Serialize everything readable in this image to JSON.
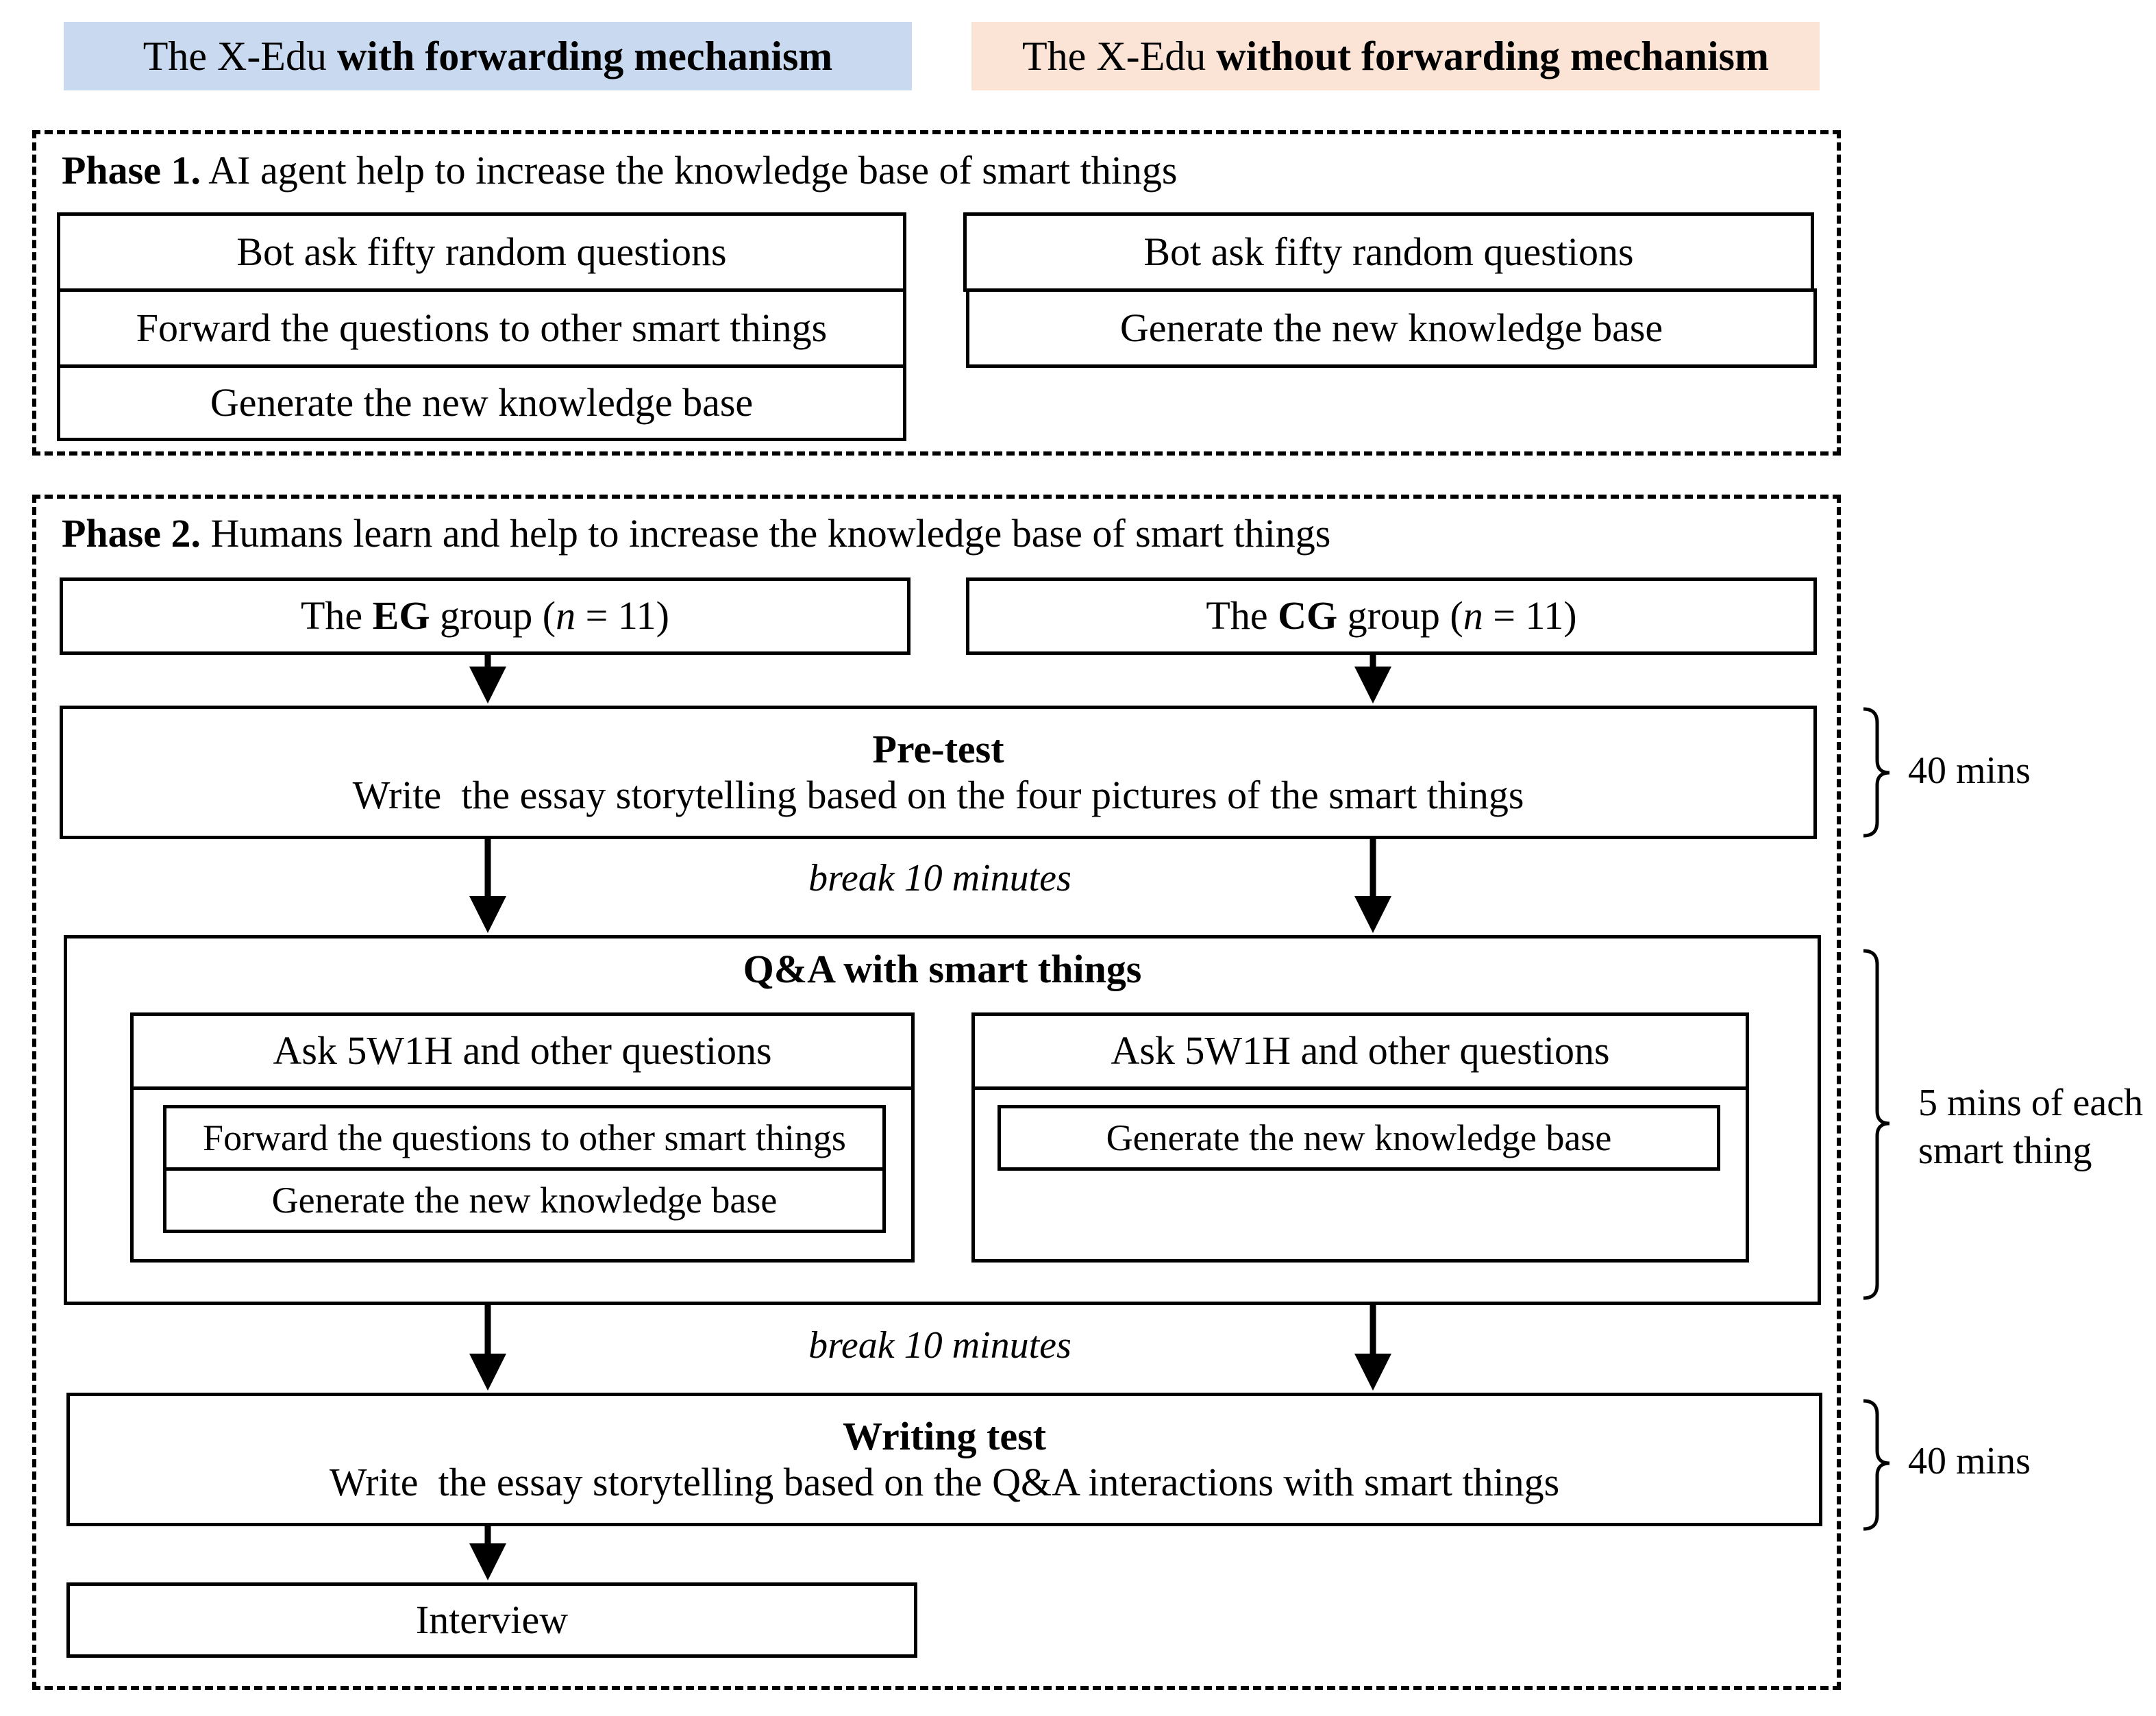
{
  "legend": {
    "with": {
      "pre": "The X-Edu ",
      "bold": "with forwarding mechanism",
      "color": "#c9d9f0"
    },
    "without": {
      "pre": "The X-Edu ",
      "bold": "without forwarding mechanism",
      "color": "#fbe4d5"
    }
  },
  "phase1": {
    "label": "Phase 1.",
    "title": " AI agent help to increase the knowledge base of smart things",
    "left_steps": [
      "Bot ask fifty random questions",
      "Forward the questions to other smart things",
      "Generate the new knowledge base"
    ],
    "right_steps": [
      "Bot ask fifty random questions",
      "Generate the new knowledge base"
    ]
  },
  "phase2": {
    "label": "Phase 2.",
    "title": " Humans learn and help to increase the knowledge base of smart things",
    "eg_group": {
      "pre": "The ",
      "bold": "EG",
      "mid": " group (",
      "n": "n",
      "post": " = 11)"
    },
    "cg_group": {
      "pre": "The ",
      "bold": "CG",
      "mid": " group (",
      "n": "n",
      "post": " = 11)"
    },
    "pretest": {
      "title": "Pre-test",
      "desc": "Write  the essay storytelling based on the four pictures of the smart things"
    },
    "break1": "break 10 minutes",
    "qa": {
      "title": "Q&A with smart things",
      "left_head": "Ask 5W1H and other questions",
      "left_steps": [
        "Forward the questions to other smart things",
        "Generate the new knowledge base"
      ],
      "right_head": "Ask 5W1H and other questions",
      "right_steps": [
        "Generate the new knowledge base"
      ]
    },
    "break2": "break 10 minutes",
    "writing": {
      "title": "Writing test",
      "desc": "Write  the essay storytelling based on the Q&A interactions with smart things"
    },
    "interview": "Interview"
  },
  "durations": {
    "pretest": "40 mins",
    "qa_line1": "5 mins of each",
    "qa_line2": "smart thing",
    "writing": "40 mins"
  }
}
